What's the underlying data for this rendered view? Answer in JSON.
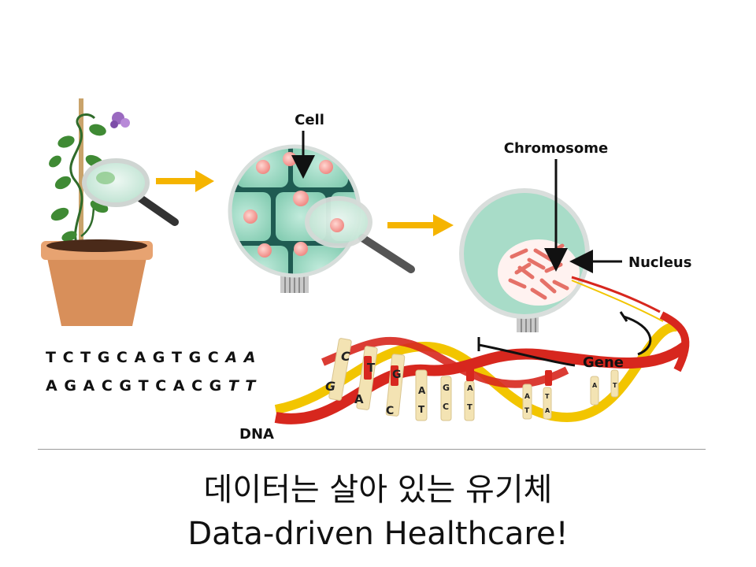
{
  "labels": {
    "cell": "Cell",
    "chromosome": "Chromosome",
    "nucleus": "Nucleus",
    "gene": "Gene",
    "dna": "DNA"
  },
  "sequence": {
    "top_plain": "T C T G C A G T G C",
    "top_italic": "A A",
    "bottom_plain": "A G A C G T C A C G",
    "bottom_italic": "T T"
  },
  "helix_bases_top": [
    "C",
    "T",
    "G",
    "A",
    "G",
    "A",
    "A",
    "T",
    "A"
  ],
  "helix_bases_bottom": [
    "G",
    "A",
    "C",
    "T",
    "C",
    "T",
    "T",
    "A",
    "T"
  ],
  "caption": {
    "line1": "데이터는 살아 있는 유기체",
    "line2": "Data-driven Healthcare!"
  },
  "colors": {
    "arrow_yellow": "#f5b400",
    "cell_green": "#a8dcc8",
    "pot": "#d88f5a",
    "dna_red": "#d7271e",
    "dna_yellow": "#f2c500",
    "dna_cream": "#f3e3b3"
  }
}
